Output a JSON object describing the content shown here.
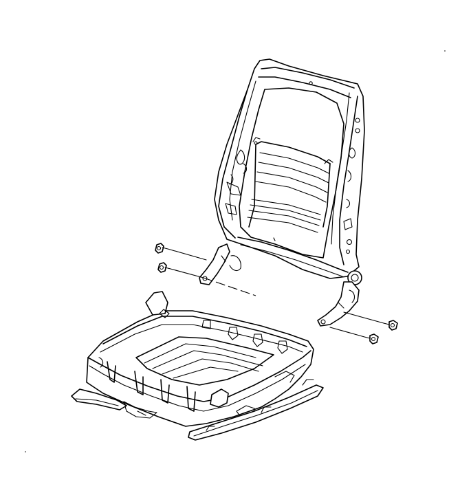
{
  "diagram": {
    "subject": "seat-frame-exploded-view",
    "parts": [
      {
        "name": "seat-back-frame"
      },
      {
        "name": "seat-cushion-frame"
      },
      {
        "name": "seat-track-rails"
      },
      {
        "name": "mounting-bolts",
        "count": 4
      }
    ],
    "line_color": "#000000",
    "background": "#ffffff"
  }
}
